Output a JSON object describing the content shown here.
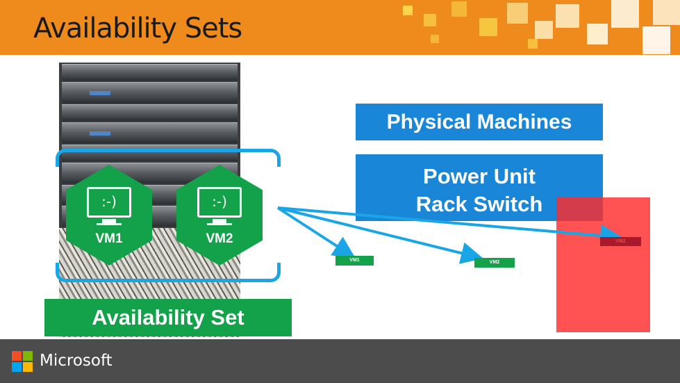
{
  "slide": {
    "title": "Availability Sets"
  },
  "diagram": {
    "vm1_label": "VM1",
    "vm2_label": "VM2",
    "vm_face": ":-)",
    "availability_set_label": "Availability Set",
    "physical_machines_label": "Physical Machines",
    "power_unit_label": "Power Unit",
    "rack_switch_label": "Rack Switch",
    "mini_vm1_label": "VM1",
    "mini_vm2_label": "VM2",
    "mini_vm2_fault_label": "VM2"
  },
  "footer": {
    "brand": "Microsoft"
  },
  "colors": {
    "header_orange": "#ef8a1c",
    "vm_green": "#13a14a",
    "label_blue": "#1a86d8",
    "brace_blue": "#1aa5e6",
    "fault_red": "#ff2c2c",
    "footer_gray": "#4c4c4c",
    "ms_red": "#f25022",
    "ms_green": "#7fba00",
    "ms_blue": "#00a4ef",
    "ms_yellow": "#ffb900"
  },
  "icons": [
    "monitor-icon",
    "microsoft-logo-icon"
  ]
}
